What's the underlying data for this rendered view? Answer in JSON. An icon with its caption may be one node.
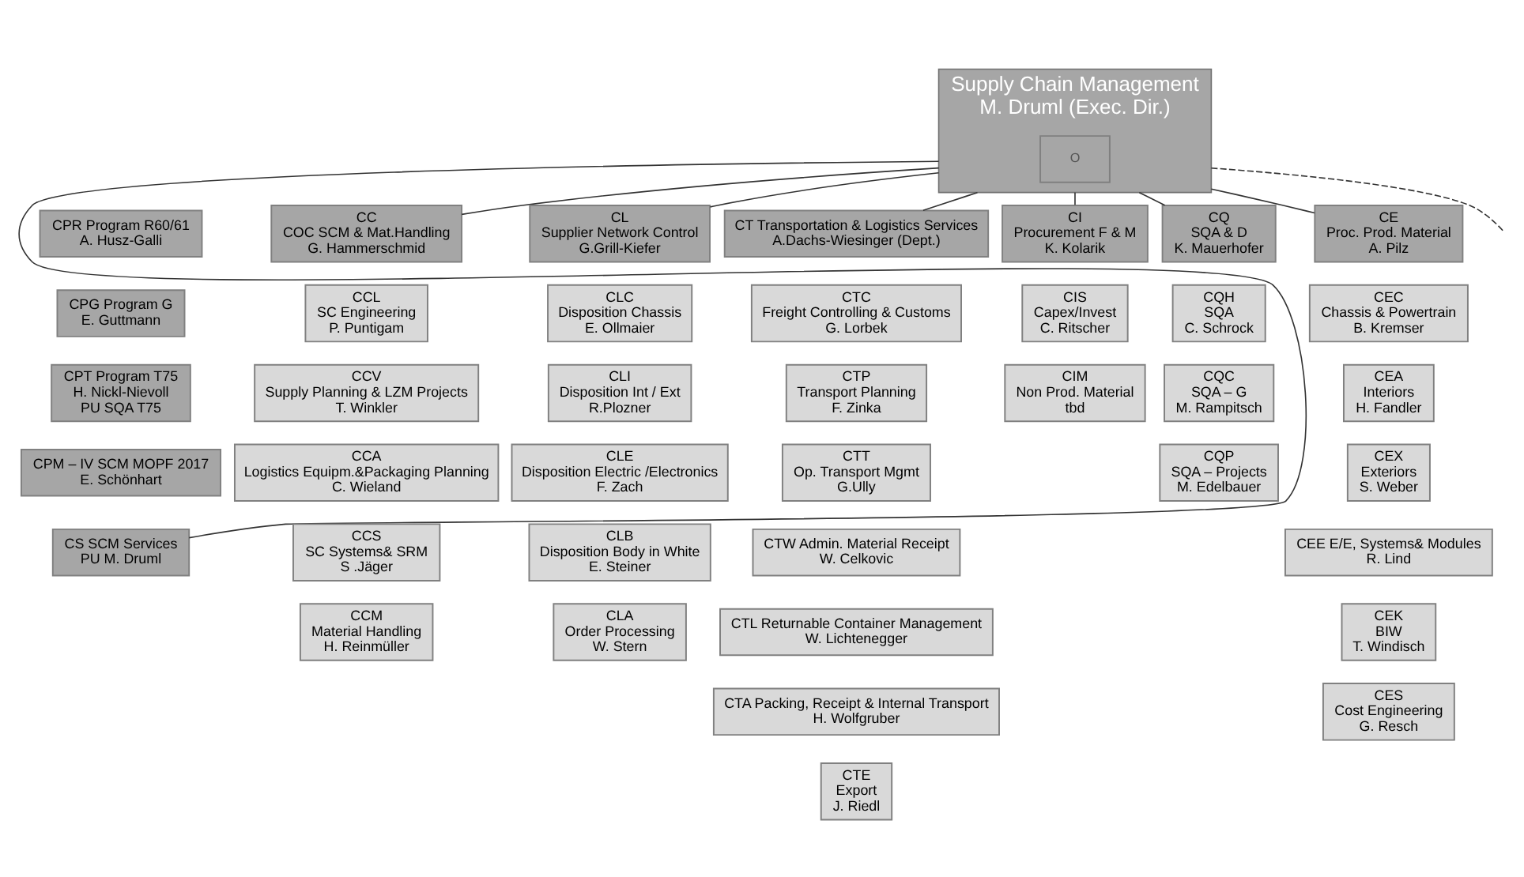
{
  "diagram": {
    "nodes": [
      {
        "text": [
          "Supply Chain Management",
          "M. Druml (Exec. Dir.)"
        ]
      },
      {
        "text": [
          "O"
        ],
        "in": 0
      },
      {
        "text": [
          "CC",
          "COC SCM & Mat.Handling",
          "G. Hammerschmid"
        ]
      },
      {
        "text": [
          "CL",
          "Supplier Network Control",
          "G.Grill-Kiefer"
        ]
      },
      {
        "text": [
          "CT Transportation & Logistics Services",
          "A.Dachs-Wiesinger (Dept.)"
        ]
      },
      {
        "text": [
          "CI",
          "Procurement F & M",
          "K. Kolarik"
        ]
      },
      {
        "text": [
          "CQ",
          "SQA & D",
          "K. Mauerhofer"
        ]
      },
      {
        "text": [
          "CE",
          "Proc. Prod. Material",
          "A. Pilz"
        ]
      },
      {
        "text": [
          "CPR Program R60/61",
          "A. Husz-Galli"
        ]
      },
      {
        "text": [
          "CPG Program G",
          "E. Guttmann"
        ]
      },
      {
        "text": [
          "CPT Program T75",
          "H. Nickl-Nievoll",
          "PU SQA T75"
        ]
      },
      {
        "text": [
          "CPM – IV SCM MOPF 2017",
          "E. Schönhart"
        ]
      },
      {
        "text": [
          "CS SCM Services",
          "PU M. Druml"
        ]
      },
      {
        "text": [
          "CCL",
          "SC Engineering",
          "P. Puntigam"
        ]
      },
      {
        "text": [
          "CCV",
          "Supply Planning & LZM Projects",
          "T. Winkler"
        ]
      },
      {
        "text": [
          "CCA",
          "Logistics Equipm.&Packaging Planning",
          "C. Wieland"
        ]
      },
      {
        "text": [
          "CCS",
          "SC Systems& SRM",
          "S .Jäger"
        ]
      },
      {
        "text": [
          "CCM",
          "Material Handling",
          "H. Reinmüller"
        ]
      },
      {
        "text": [
          "CLC",
          "Disposition Chassis",
          "E. Ollmaier"
        ]
      },
      {
        "text": [
          "CLI",
          "Disposition Int / Ext",
          "R.Plozner"
        ]
      },
      {
        "text": [
          "CLE",
          "Disposition Electric /Electronics",
          "F. Zach"
        ]
      },
      {
        "text": [
          "CLB",
          "Disposition Body in White",
          "E. Steiner"
        ]
      },
      {
        "text": [
          "CLA",
          "Order Processing",
          "W. Stern"
        ]
      },
      {
        "text": [
          "CTC",
          "Freight Controlling & Customs",
          "G. Lorbek"
        ]
      },
      {
        "text": [
          "CTP",
          "Transport Planning",
          "F. Zinka"
        ]
      },
      {
        "text": [
          "CTT",
          "Op. Transport Mgmt",
          "G.Ully"
        ]
      },
      {
        "text": [
          "CTW Admin. Material Receipt",
          "W. Celkovic"
        ]
      },
      {
        "text": [
          "CTL Returnable Container Management",
          "W. Lichtenegger"
        ]
      },
      {
        "text": [
          "CTA Packing, Receipt & Internal Transport",
          "H. Wolfgruber"
        ]
      },
      {
        "text": [
          "CTE",
          "Export",
          "J. Riedl"
        ]
      },
      {
        "text": [
          "CIS",
          "Capex/Invest",
          "C. Ritscher"
        ]
      },
      {
        "text": [
          "CIM",
          "Non Prod. Material",
          "tbd"
        ]
      },
      {
        "text": [
          "CQH",
          "SQA",
          "C. Schrock"
        ]
      },
      {
        "text": [
          "CQC",
          "SQA – G",
          "M. Rampitsch"
        ]
      },
      {
        "text": [
          "CQP",
          "SQA – Projects",
          "M. Edelbauer"
        ]
      },
      {
        "text": [
          "CEC",
          "Chassis & Powertrain",
          "B. Kremser"
        ]
      },
      {
        "text": [
          "CEA",
          "Interiors",
          "H. Fandler"
        ]
      },
      {
        "text": [
          "CEX",
          "Exteriors",
          "S. Weber"
        ]
      },
      {
        "text": [
          "CEE E/E, Systems& Modules",
          "R. Lind"
        ]
      },
      {
        "text": [
          "CEK",
          "BIW",
          "T. Windisch"
        ]
      },
      {
        "text": [
          "CES",
          "Cost Engineering",
          "G. Resch"
        ]
      }
    ],
    "edges": [
      {
        "from": 0,
        "to": 12,
        "arrow": "none"
      },
      {
        "from": 0,
        "to": 2,
        "arrow": "none"
      },
      {
        "from": 0,
        "to": 3,
        "arrow": "none"
      },
      {
        "from": 0,
        "to": 4,
        "arrow": "none"
      },
      {
        "from": 0,
        "to": 5,
        "arrow": "none"
      },
      {
        "from": 0,
        "to": 6,
        "arrow": "none"
      },
      {
        "from": 0,
        "to": 7,
        "arrow": "none"
      },
      {
        "from": 0,
        "to": null,
        "arrow": "none",
        "style": "dashed"
      }
    ]
  }
}
